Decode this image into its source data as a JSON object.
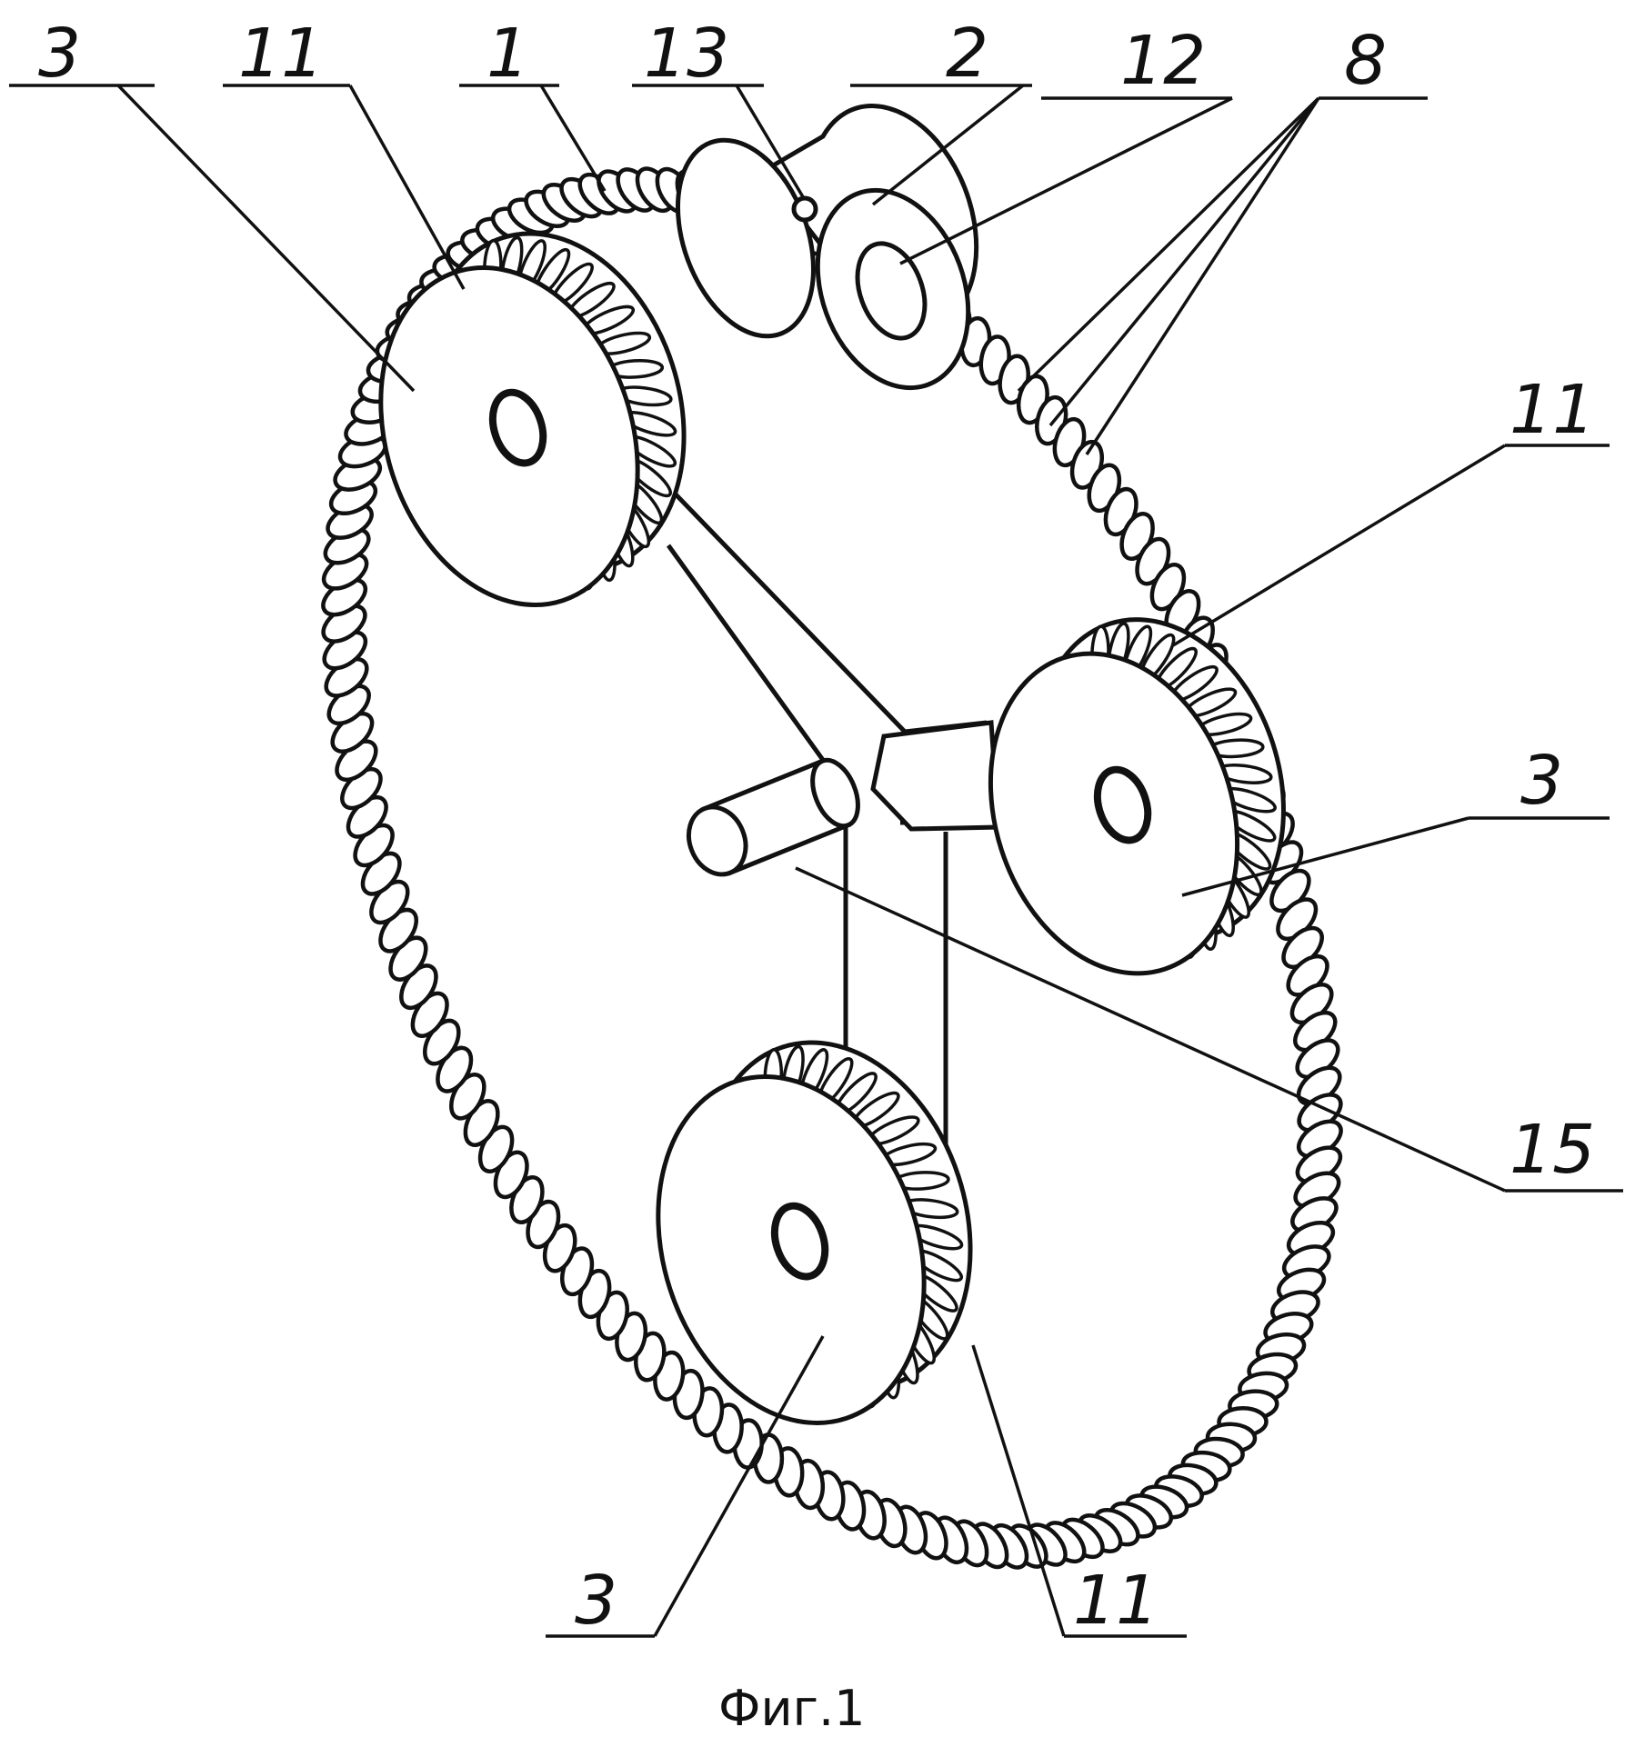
{
  "figure": {
    "caption": "Фиг.1",
    "ink_color": "#111111",
    "paper_color": "#ffffff"
  },
  "callouts": [
    {
      "id": "c3a",
      "label": "3",
      "target": "pulley-top-left"
    },
    {
      "id": "c11a",
      "label": "11",
      "target": "teeth-top-left"
    },
    {
      "id": "c1",
      "label": "1",
      "target": "rope-top"
    },
    {
      "id": "c13",
      "label": "13",
      "target": "coupling-hole"
    },
    {
      "id": "c2",
      "label": "2",
      "target": "coupling-sleeve"
    },
    {
      "id": "c12",
      "label": "12",
      "target": "coupling-bore"
    },
    {
      "id": "c8",
      "label": "8",
      "target": "rope-strands"
    },
    {
      "id": "c11b",
      "label": "11",
      "target": "teeth-right"
    },
    {
      "id": "c3b",
      "label": "3",
      "target": "pulley-right"
    },
    {
      "id": "c15",
      "label": "15",
      "target": "hub-shaft"
    },
    {
      "id": "c3c",
      "label": "3",
      "target": "pulley-bottom"
    },
    {
      "id": "c11c",
      "label": "11",
      "target": "teeth-bottom"
    }
  ],
  "parts": {
    "rope": {
      "name": "rope-loop"
    },
    "coupling": {
      "name": "coupling-sleeve"
    },
    "pulleys": [
      "pulley-top-left",
      "pulley-right",
      "pulley-bottom"
    ],
    "carrier": {
      "name": "carrier-arms"
    },
    "shaft": {
      "name": "hub-shaft"
    }
  }
}
